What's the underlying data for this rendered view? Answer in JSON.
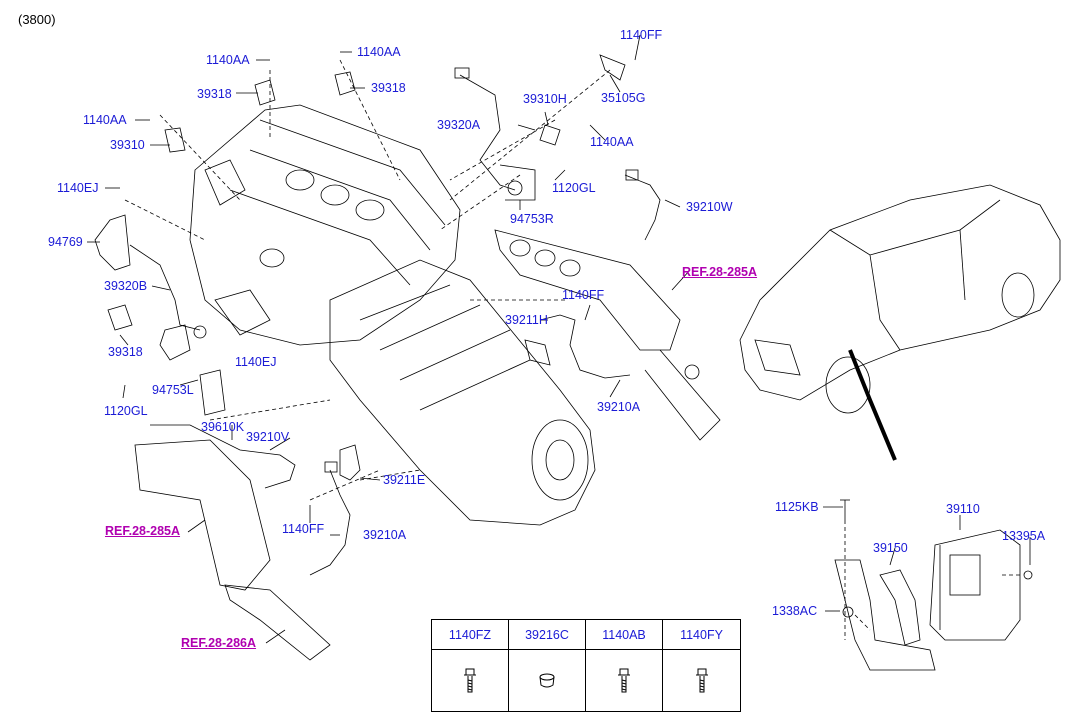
{
  "header": {
    "code": "(3800)"
  },
  "labels": {
    "l1140AA_a": "1140AA",
    "l1140AA_b": "1140AA",
    "l39318_a": "39318",
    "l39318_b": "39318",
    "l1140AA_c": "1140AA",
    "l39310": "39310",
    "l1140EJ_a": "1140EJ",
    "l94769": "94769",
    "l39320B": "39320B",
    "l39318_c": "39318",
    "l94753L": "94753L",
    "l1120GL_a": "1120GL",
    "l1140EJ_b": "1140EJ",
    "l39610K": "39610K",
    "l39210V": "39210V",
    "l39320A": "39320A",
    "l39310H": "39310H",
    "l1140AA_d": "1140AA",
    "l1140FF_a": "1140FF",
    "l35105G": "35105G",
    "l1120GL_b": "1120GL",
    "l94753R": "94753R",
    "l39210W": "39210W",
    "l1140FF_b": "1140FF",
    "l39211H": "39211H",
    "l39210A_a": "39210A",
    "l39211E": "39211E",
    "l1140FF_c": "1140FF",
    "l39210A_b": "39210A",
    "l1125KB": "1125KB",
    "l39110": "39110",
    "l39150": "39150",
    "l13395A": "13395A",
    "l1338AC": "1338AC"
  },
  "refs": {
    "r285a": "REF.28-285A",
    "r285b": "REF.28-285A",
    "r286": "REF.28-286A"
  },
  "legend": {
    "c1": "1140FZ",
    "c2": "39216C",
    "c3": "1140AB",
    "c4": "1140FY"
  },
  "colors": {
    "label": "#1b1bd6",
    "ref": "#b000b0",
    "line": "#000000"
  }
}
